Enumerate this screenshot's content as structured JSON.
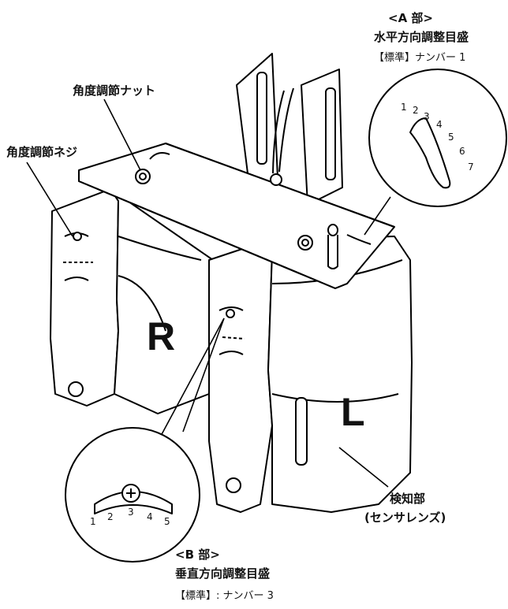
{
  "labels": {
    "a_part": "<A 部>",
    "a_title": "水平方向調整目盛",
    "a_standard": "【標準】ナンバー 1",
    "angle_nut": "角度調節ナット",
    "angle_screw": "角度調節ネジ",
    "b_part": "<B 部>",
    "b_title": "垂直方向調整目盛",
    "b_standard": "【標準】: ナンバー 3",
    "sensor_part": "検知部",
    "sensor_lens": "(センサレンズ)",
    "right_unit": "R",
    "left_unit": "L"
  },
  "scales": {
    "horizontal": [
      "1",
      "2",
      "3",
      "4",
      "5",
      "6",
      "7"
    ],
    "vertical": [
      "1",
      "2",
      "3",
      "4",
      "5"
    ]
  }
}
